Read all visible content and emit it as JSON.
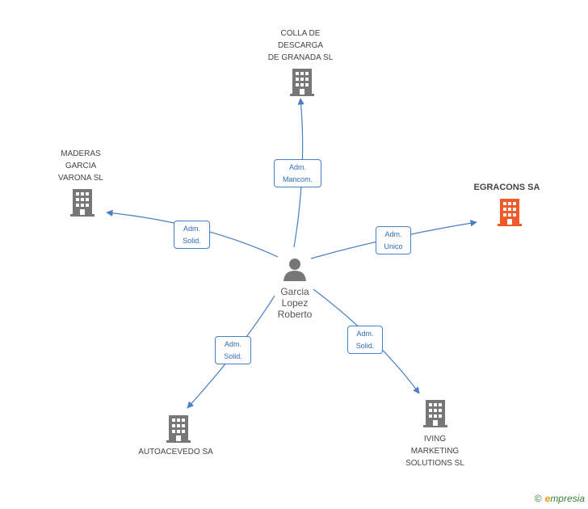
{
  "center": {
    "label": "Garcia\nLopez\nRoberto"
  },
  "companies": {
    "colla": {
      "label": "COLLA DE\nDESCARGA\nDE GRANADA SL"
    },
    "maderas": {
      "label": "MADERAS\nGARCIA\nVARONA  SL"
    },
    "egracons": {
      "label": "EGRACONS SA"
    },
    "autoacevedo": {
      "label": "AUTOACEVEDO SA"
    },
    "iving": {
      "label": "IVING\nMARKETING\nSOLUTIONS SL"
    }
  },
  "edges": {
    "colla": {
      "label": "Adm.\nMancom."
    },
    "maderas": {
      "label": "Adm.\nSolid."
    },
    "egracons": {
      "label": "Adm.\nUnico"
    },
    "autoacevedo": {
      "label": "Adm.\nSolid."
    },
    "iving": {
      "label": "Adm.\nSolid."
    }
  },
  "colors": {
    "edge": "#4a7fc1",
    "building": "#777777",
    "highlight": "#f05a28"
  },
  "footer": {
    "copyright": "©",
    "brand_first": "e",
    "brand_rest": "mpresia"
  }
}
